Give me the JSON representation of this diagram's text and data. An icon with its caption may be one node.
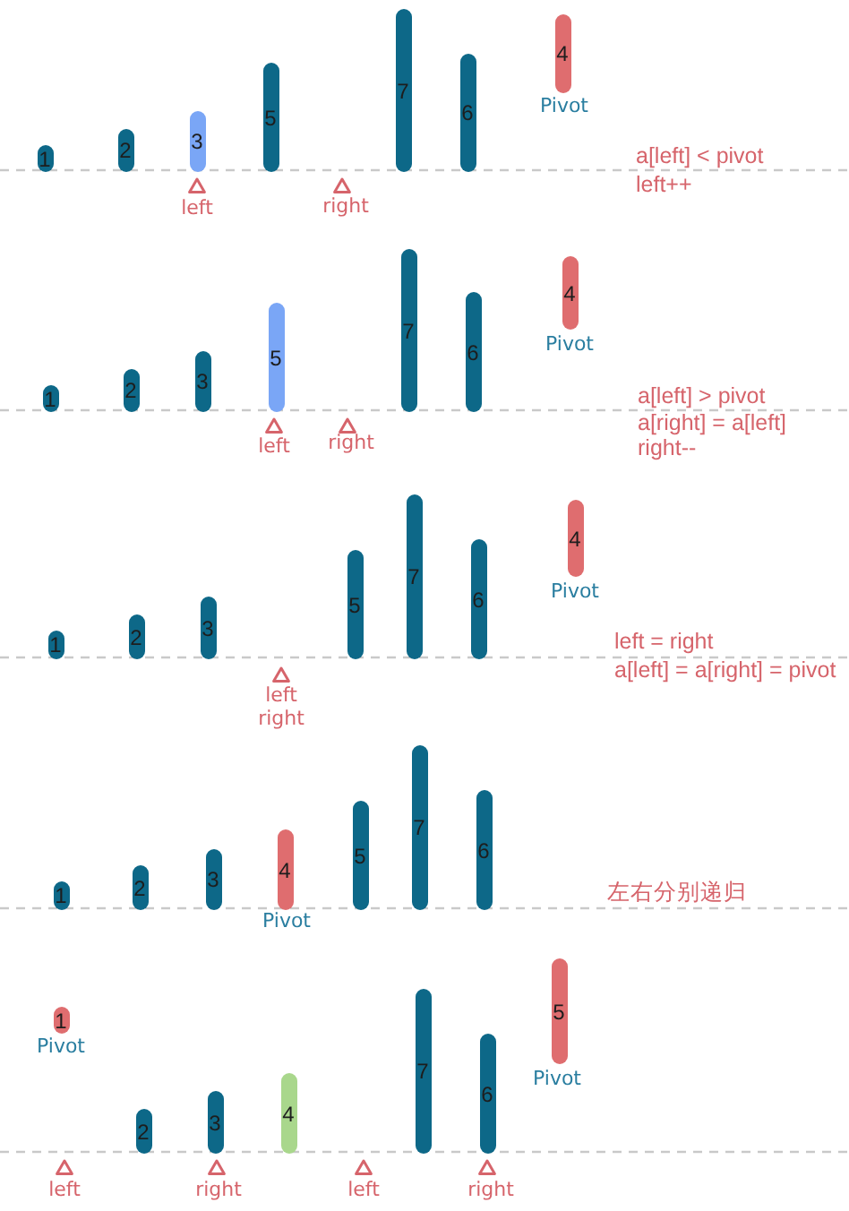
{
  "diagram": {
    "nodes": [
      {
        "text": [
          "1"
        ]
      },
      {
        "text": [
          "2"
        ]
      },
      {
        "text": [
          "3"
        ]
      },
      {
        "text": [
          "5"
        ]
      },
      {
        "text": [
          "7"
        ]
      },
      {
        "text": [
          "6"
        ]
      },
      {
        "text": [
          "4"
        ],
        "beside": [
          "Pivot"
        ]
      },
      {
        "text": [
          "1"
        ]
      },
      {
        "text": [
          "2"
        ]
      },
      {
        "text": [
          "3"
        ]
      },
      {
        "text": [
          "5"
        ]
      },
      {
        "text": [
          "7"
        ]
      },
      {
        "text": [
          "6"
        ]
      },
      {
        "text": [
          "4"
        ],
        "beside": [
          "Pivot"
        ]
      },
      {
        "text": [
          "1"
        ]
      },
      {
        "text": [
          "2"
        ]
      },
      {
        "text": [
          "3"
        ]
      },
      {
        "text": [
          "5"
        ]
      },
      {
        "text": [
          "7"
        ]
      },
      {
        "text": [
          "6"
        ]
      },
      {
        "text": [
          "4"
        ],
        "beside": [
          "Pivot"
        ]
      },
      {
        "text": [
          "1"
        ]
      },
      {
        "text": [
          "2"
        ]
      },
      {
        "text": [
          "3"
        ]
      },
      {
        "text": [
          "4"
        ],
        "beside": [
          "Pivot"
        ]
      },
      {
        "text": [
          "5"
        ]
      },
      {
        "text": [
          "7"
        ]
      },
      {
        "text": [
          "6"
        ]
      },
      {
        "text": [
          "1"
        ],
        "beside": [
          "Pivot"
        ]
      },
      {
        "text": [
          "2"
        ]
      },
      {
        "text": [
          "3"
        ]
      },
      {
        "text": [
          "4"
        ]
      },
      {
        "text": [
          "7"
        ]
      },
      {
        "text": [
          "6"
        ]
      },
      {
        "text": [
          "5"
        ],
        "beside": [
          "Pivot"
        ]
      }
    ],
    "labels": [
      "left",
      "right",
      "a[left] < pivot",
      "left++",
      "left",
      "right",
      "a[left] > pivot",
      "a[right] = a[left]",
      "right--",
      "left",
      "right",
      "left = right",
      "a[left] = a[right] = pivot",
      "左右分别递归",
      "left",
      "right",
      "left",
      "right"
    ]
  }
}
